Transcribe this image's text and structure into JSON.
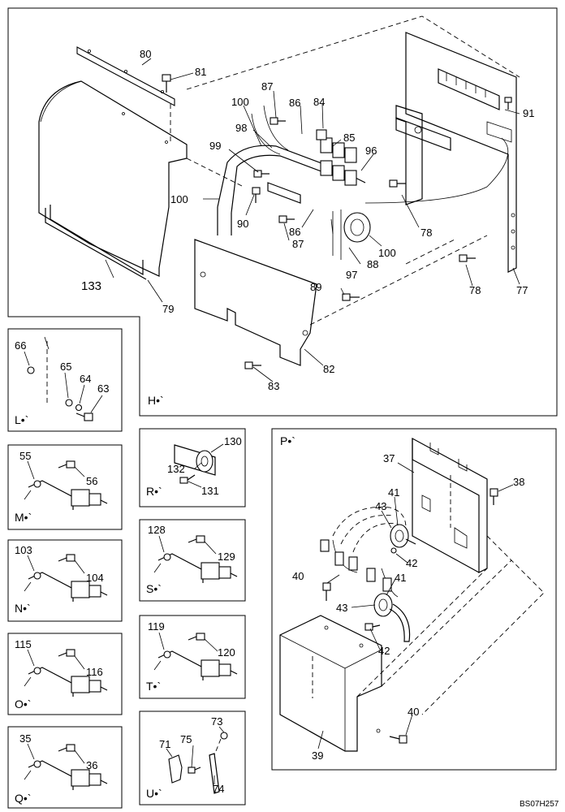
{
  "drawing_code": "BS07H257",
  "views": {
    "H": {
      "label": "H•`"
    },
    "L": {
      "label": "L•`"
    },
    "M": {
      "label": "M•`"
    },
    "N": {
      "label": "N•`"
    },
    "O": {
      "label": "O•`"
    },
    "Q": {
      "label": "Q•`"
    },
    "R": {
      "label": "R•`"
    },
    "S": {
      "label": "S•`"
    },
    "T": {
      "label": "T•`"
    },
    "U": {
      "label": "U•`"
    },
    "P": {
      "label": "P•`"
    }
  },
  "parts": {
    "p80": "80",
    "p81": "81",
    "p87a": "87",
    "p100a": "100",
    "p86a": "86",
    "p84": "84",
    "p91": "91",
    "p98": "98",
    "p85": "85",
    "p99": "99",
    "p96": "96",
    "p100b": "100",
    "p90": "90",
    "p86b": "86",
    "p78a": "78",
    "p87b": "87",
    "p100c": "100",
    "p97": "97",
    "p88": "88",
    "p133": "133",
    "p79": "79",
    "p89": "89",
    "p78b": "78",
    "p77": "77",
    "p82": "82",
    "p83": "83",
    "p66": "66",
    "p65": "65",
    "p64": "64",
    "p63": "63",
    "p55": "55",
    "p56": "56",
    "p103": "103",
    "p104": "104",
    "p115": "115",
    "p116": "116",
    "p35": "35",
    "p36": "36",
    "p130": "130",
    "p132": "132",
    "p131": "131",
    "p128": "128",
    "p129": "129",
    "p119": "119",
    "p120": "120",
    "p73": "73",
    "p71": "71",
    "p75": "75",
    "p74": "74",
    "p37": "37",
    "p38": "38",
    "p41a": "41",
    "p43a": "43",
    "p42a": "42",
    "p40a": "40",
    "p41b": "41",
    "p43b": "43",
    "p42b": "42",
    "p39": "39",
    "p40b": "40"
  }
}
